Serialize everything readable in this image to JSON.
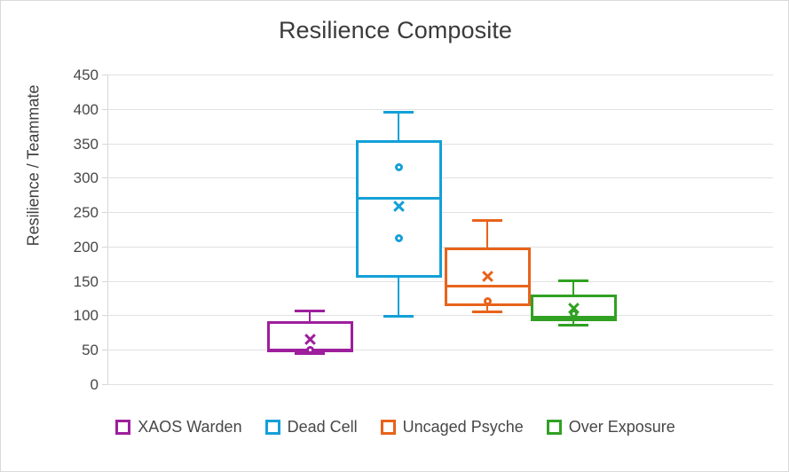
{
  "chart_data": {
    "type": "box",
    "title": "Resilience Composite",
    "xlabel": "",
    "ylabel": "Resilience / Teammate",
    "ylim": [
      0,
      450
    ],
    "ytick_step": 50,
    "yticks": [
      450,
      400,
      350,
      300,
      250,
      200,
      150,
      100,
      50,
      0
    ],
    "grid": true,
    "legend_position": "bottom",
    "xtick_labels": [],
    "series": [
      {
        "name": "XAOS Warden",
        "color": "#9D1F9C",
        "min": 47,
        "q1": 48,
        "median": 48,
        "q3": 92,
        "max": 108,
        "mean": 65,
        "outliers": [
          49
        ]
      },
      {
        "name": "Dead Cell",
        "color": "#13A0D7",
        "min": 100,
        "q1": 155,
        "median": 270,
        "q3": 355,
        "max": 397,
        "mean": 258,
        "outliers": [
          315,
          212
        ]
      },
      {
        "name": "Uncaged Psyche",
        "color": "#E8631B",
        "min": 107,
        "q1": 113,
        "median": 143,
        "q3": 198,
        "max": 240,
        "mean": 157,
        "outliers": [
          120
        ]
      },
      {
        "name": "Over Exposure",
        "color": "#31A123",
        "min": 88,
        "q1": 92,
        "median": 97,
        "q3": 130,
        "max": 152,
        "mean": 110,
        "outliers": [
          103
        ]
      }
    ]
  },
  "legend": {
    "items": [
      {
        "label": "XAOS Warden",
        "color": "#9D1F9C"
      },
      {
        "label": "Dead Cell",
        "color": "#13A0D7"
      },
      {
        "label": "Uncaged Psyche",
        "color": "#E8631B"
      },
      {
        "label": "Over Exposure",
        "color": "#31A123"
      }
    ]
  }
}
